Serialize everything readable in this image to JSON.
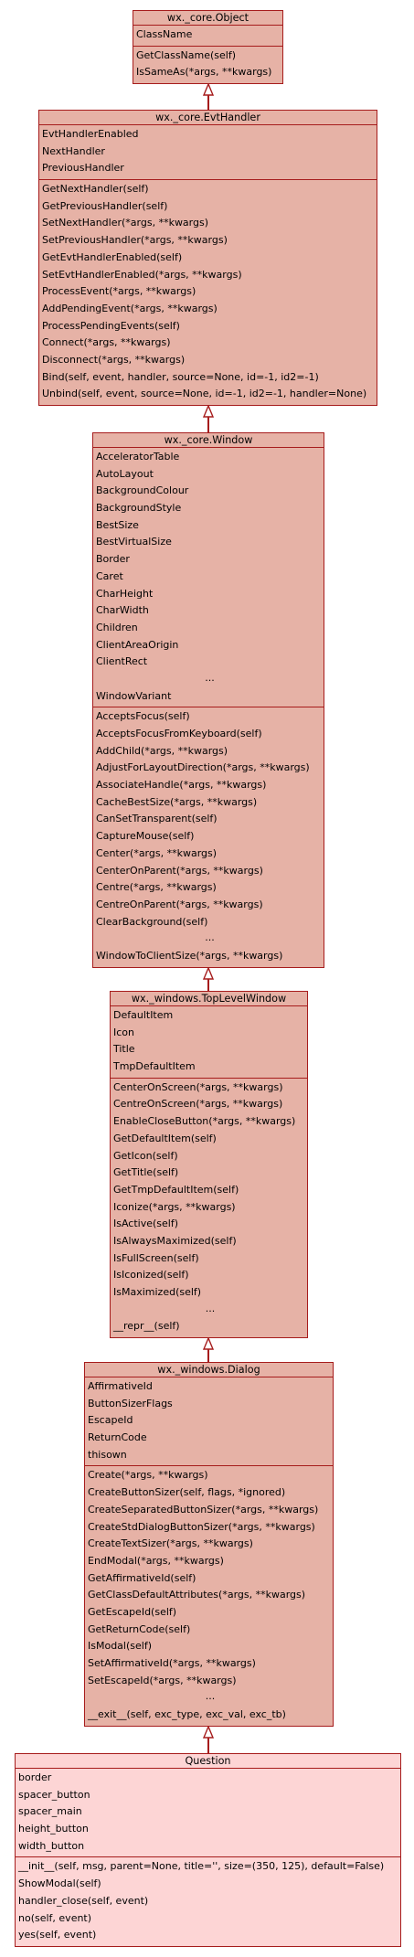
{
  "classes": [
    {
      "id": "object",
      "name": "wx._core.Object",
      "attributes": [
        "ClassName"
      ],
      "methods": [
        "GetClassName(self)",
        "IsSameAs(*args, **kwargs)"
      ]
    },
    {
      "id": "evthandler",
      "name": "wx._core.EvtHandler",
      "attributes": [
        "EvtHandlerEnabled",
        "NextHandler",
        "PreviousHandler"
      ],
      "methods": [
        "GetNextHandler(self)",
        "GetPreviousHandler(self)",
        "SetNextHandler(*args, **kwargs)",
        "SetPreviousHandler(*args, **kwargs)",
        "GetEvtHandlerEnabled(self)",
        "SetEvtHandlerEnabled(*args, **kwargs)",
        "ProcessEvent(*args, **kwargs)",
        "AddPendingEvent(*args, **kwargs)",
        "ProcessPendingEvents(self)",
        "Connect(*args, **kwargs)",
        "Disconnect(*args, **kwargs)",
        "Bind(self, event, handler, source=None, id=-1, id2=-1)",
        "Unbind(self, event, source=None, id=-1, id2=-1, handler=None)"
      ]
    },
    {
      "id": "window",
      "name": "wx._core.Window",
      "attributes": [
        "AcceleratorTable",
        "AutoLayout",
        "BackgroundColour",
        "BackgroundStyle",
        "BestSize",
        "BestVirtualSize",
        "Border",
        "Caret",
        "CharHeight",
        "CharWidth",
        "Children",
        "ClientAreaOrigin",
        "ClientRect",
        "...",
        "WindowVariant"
      ],
      "methods": [
        "AcceptsFocus(self)",
        "AcceptsFocusFromKeyboard(self)",
        "AddChild(*args, **kwargs)",
        "AdjustForLayoutDirection(*args, **kwargs)",
        "AssociateHandle(*args, **kwargs)",
        "CacheBestSize(*args, **kwargs)",
        "CanSetTransparent(self)",
        "CaptureMouse(self)",
        "Center(*args, **kwargs)",
        "CenterOnParent(*args, **kwargs)",
        "Centre(*args, **kwargs)",
        "CentreOnParent(*args, **kwargs)",
        "ClearBackground(self)",
        "...",
        "WindowToClientSize(*args, **kwargs)"
      ]
    },
    {
      "id": "toplevel",
      "name": "wx._windows.TopLevelWindow",
      "attributes": [
        "DefaultItem",
        "Icon",
        "Title",
        "TmpDefaultItem"
      ],
      "methods": [
        "CenterOnScreen(*args, **kwargs)",
        "CentreOnScreen(*args, **kwargs)",
        "EnableCloseButton(*args, **kwargs)",
        "GetDefaultItem(self)",
        "GetIcon(self)",
        "GetTitle(self)",
        "GetTmpDefaultItem(self)",
        "Iconize(*args, **kwargs)",
        "IsActive(self)",
        "IsAlwaysMaximized(self)",
        "IsFullScreen(self)",
        "IsIconized(self)",
        "IsMaximized(self)",
        "...",
        "__repr__(self)"
      ]
    },
    {
      "id": "dialog",
      "name": "wx._windows.Dialog",
      "attributes": [
        "AffirmativeId",
        "ButtonSizerFlags",
        "EscapeId",
        "ReturnCode",
        "thisown"
      ],
      "methods": [
        "Create(*args, **kwargs)",
        "CreateButtonSizer(self, flags, *ignored)",
        "CreateSeparatedButtonSizer(*args, **kwargs)",
        "CreateStdDialogButtonSizer(*args, **kwargs)",
        "CreateTextSizer(*args, **kwargs)",
        "EndModal(*args, **kwargs)",
        "GetAffirmativeId(self)",
        "GetClassDefaultAttributes(*args, **kwargs)",
        "GetEscapeId(self)",
        "GetReturnCode(self)",
        "IsModal(self)",
        "SetAffirmativeId(*args, **kwargs)",
        "SetEscapeId(*args, **kwargs)",
        "...",
        "__exit__(self, exc_type, exc_val, exc_tb)"
      ]
    },
    {
      "id": "question",
      "name": "Question",
      "attributes": [
        "border",
        "spacer_button",
        "spacer_main",
        "height_button",
        "width_button"
      ],
      "methods": [
        "__init__(self, msg, parent=None, title='', size=(350, 125), default=False)",
        "ShowModal(self)",
        "handler_close(self, event)",
        "no(self, event)",
        "yes(self, event)"
      ]
    }
  ],
  "colors": {
    "border": "#a61c1c",
    "fill": "#e6b2a6",
    "leaf_fill": "#fdd5d5"
  }
}
